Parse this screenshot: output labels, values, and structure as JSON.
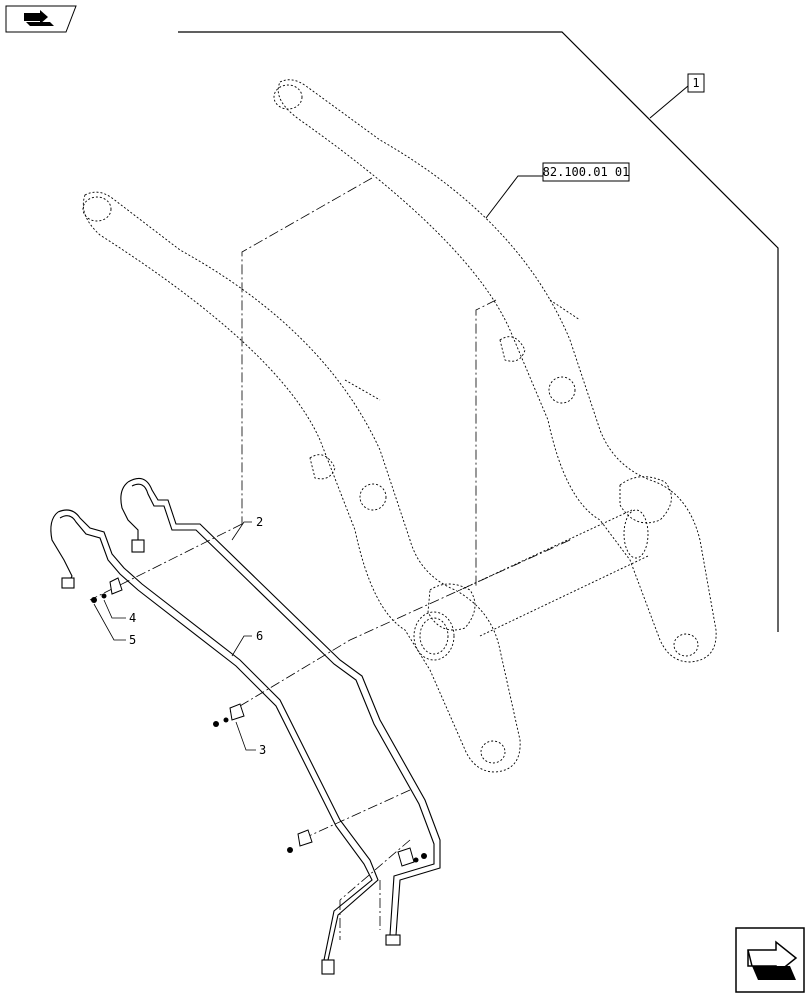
{
  "nav": {
    "top_icon": "book-arrow-icon",
    "bottom_icon": "next-page-arrow-icon"
  },
  "refs": {
    "ref_1": "1",
    "ref_assembly": "82.100.01 01"
  },
  "parts": {
    "p2": "2",
    "p3": "3",
    "p4": "4",
    "p5": "5",
    "p6": "6"
  }
}
